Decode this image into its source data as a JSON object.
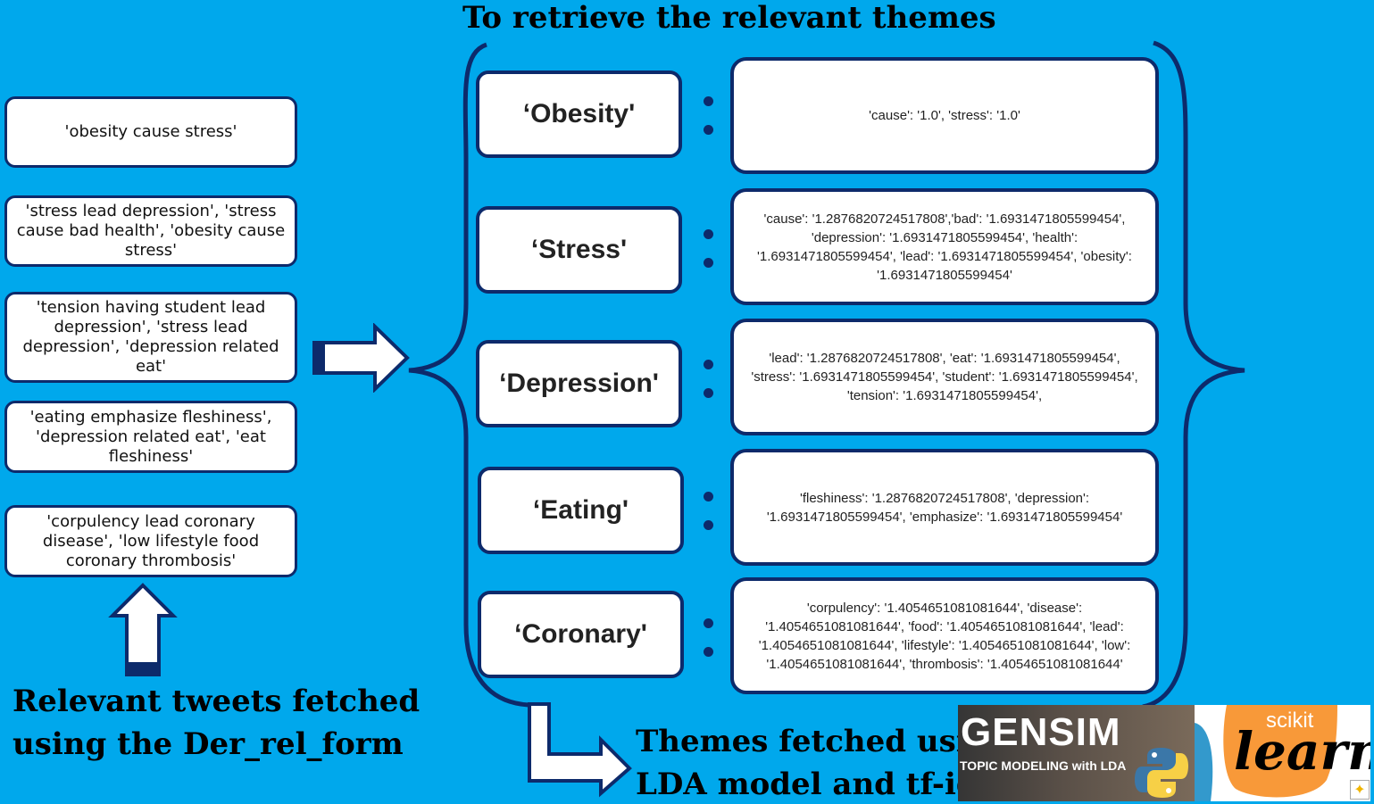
{
  "title": "To retrieve the relevant themes",
  "left_caption_line1": "Relevant tweets fetched",
  "left_caption_line2": "using the Der_rel_form",
  "bottom_caption_line1": "Themes fetched using",
  "bottom_caption_line2": "LDA model and tf-idf",
  "tweets": [
    "'obesity cause stress'",
    "'stress lead depression', 'stress cause bad health', 'obesity cause stress'",
    "'tension having student lead depression', 'stress lead depression', 'depression related eat'",
    "'eating emphasize fleshiness', 'depression related eat', 'eat fleshiness'",
    "'corpulency lead coronary disease', 'low lifestyle food coronary thrombosis'"
  ],
  "themes": [
    {
      "name": "‘Obesity'",
      "terms": "'cause': '1.0', 'stress': '1.0'"
    },
    {
      "name": "‘Stress'",
      "terms": "'cause': '1.2876820724517808','bad': '1.6931471805599454', 'depression': '1.6931471805599454', 'health': '1.6931471805599454', 'lead': '1.6931471805599454', 'obesity': '1.6931471805599454'"
    },
    {
      "name": "‘Depression'",
      "terms": "'lead': '1.2876820724517808', 'eat': '1.6931471805599454', 'stress': '1.6931471805599454', 'student': '1.6931471805599454', 'tension': '1.6931471805599454',"
    },
    {
      "name": "‘Eating'",
      "terms": "'fleshiness': '1.2876820724517808', 'depression': '1.6931471805599454', 'emphasize': '1.6931471805599454'"
    },
    {
      "name": "‘Coronary'",
      "terms": "'corpulency': '1.4054651081081644', 'disease': '1.4054651081081644', 'food': '1.4054651081081644', 'lead': '1.4054651081081644', 'lifestyle': '1.4054651081081644', 'low': '1.4054651081081644', 'thrombosis': '1.4054651081081644'"
    }
  ],
  "logos": {
    "gensim_title": "GENSIM",
    "gensim_subtitle": "TOPIC MODELING with LDA",
    "sklearn_small": "scikit",
    "sklearn_large": "learn"
  },
  "colors": {
    "background": "#00a8ec",
    "border": "#0d2a6b",
    "box": "#ffffff"
  }
}
